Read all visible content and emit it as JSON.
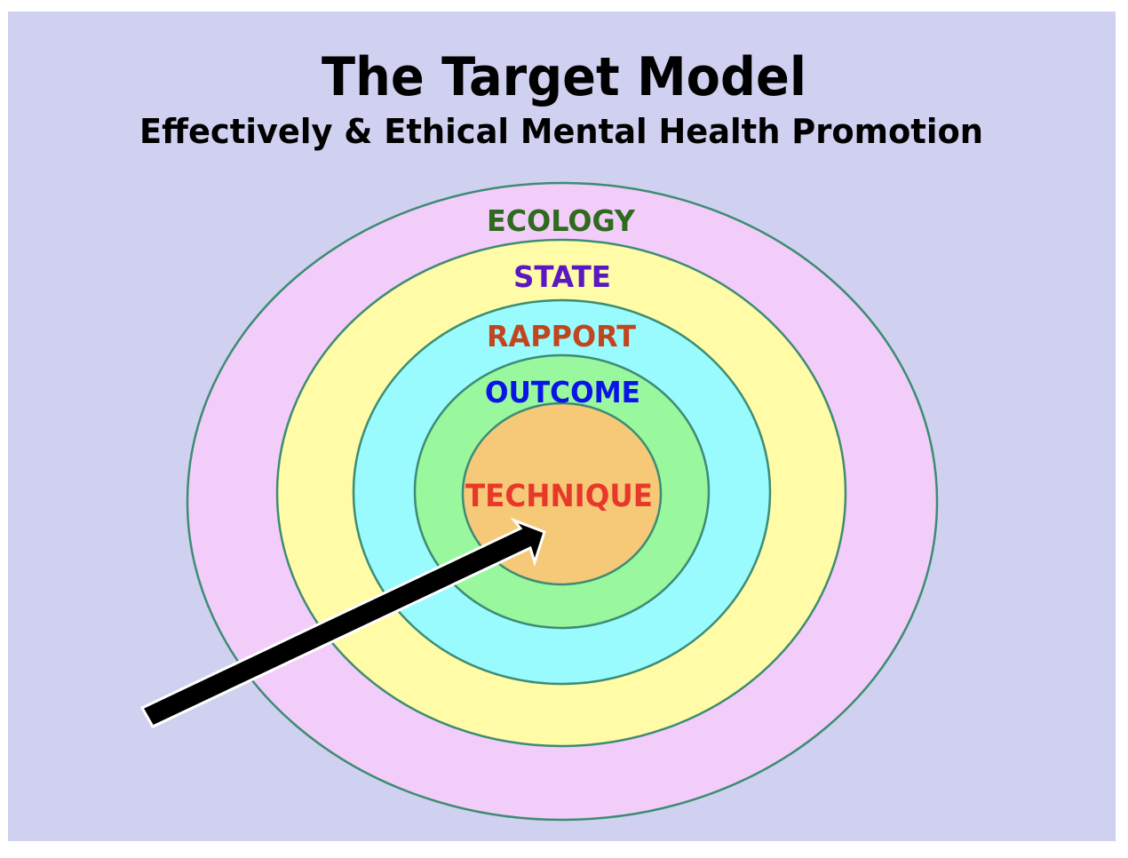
{
  "slide": {
    "title": "The Target Model",
    "subtitle": "Effectively & Ethical Mental Health Promotion",
    "background_color": "#D0D1F0"
  },
  "target": {
    "stroke_color": "#3D8C74",
    "rings": [
      {
        "label": "ECOLOGY",
        "fill": "#F3CDFA",
        "text_color": "#2E6B1E",
        "order": 1
      },
      {
        "label": "STATE",
        "fill": "#FFFBA6",
        "text_color": "#5A17C2",
        "order": 2
      },
      {
        "label": "RAPPORT",
        "fill": "#99FBFD",
        "text_color": "#C0461F",
        "order": 3
      },
      {
        "label": "OUTCOME",
        "fill": "#99F79E",
        "text_color": "#0A14E6",
        "order": 4
      },
      {
        "label": "TECHNIQUE",
        "fill": "#F5C977",
        "text_color": "#E8382A",
        "order": 5
      }
    ]
  },
  "arrow": {
    "icon": "arrow-icon",
    "fill": "#000000",
    "outline": "#FFFFFF",
    "points_to": "TECHNIQUE"
  }
}
